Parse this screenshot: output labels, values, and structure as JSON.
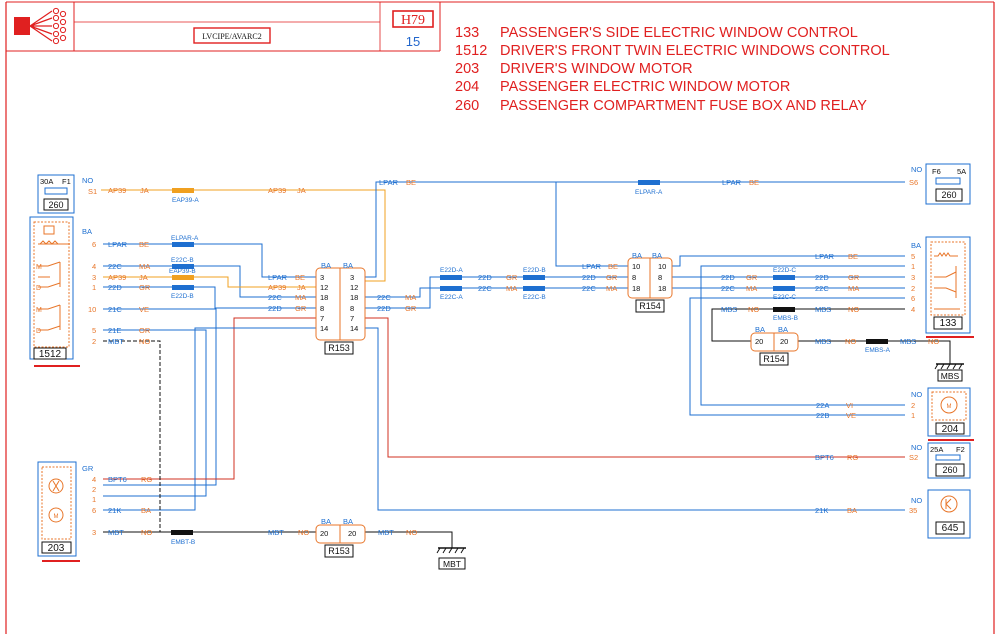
{
  "header": {
    "doc_code": "LVCIPE/AVARC2",
    "page_ref": "H79",
    "page_num": "15"
  },
  "legend": [
    {
      "num": "133",
      "desc": "PASSENGER'S SIDE ELECTRIC WINDOW CONTROL"
    },
    {
      "num": "1512",
      "desc": "DRIVER'S FRONT TWIN ELECTRIC WINDOWS CONTROL"
    },
    {
      "num": "203",
      "desc": "DRIVER'S WINDOW MOTOR"
    },
    {
      "num": "204",
      "desc": "PASSENGER ELECTRIC WINDOW MOTOR"
    },
    {
      "num": "260",
      "desc": "PASSENGER COMPARTMENT FUSE BOX AND RELAY"
    }
  ],
  "components": {
    "fuse_f1": {
      "id": "260",
      "rating": "30A",
      "fuse": "F1",
      "conn": "NO",
      "pin": "S1"
    },
    "fuse_f6": {
      "id": "260",
      "rating": "5A",
      "fuse": "F6",
      "conn": "NO",
      "pin": "S6"
    },
    "fuse_f2": {
      "id": "260",
      "rating": "25A",
      "fuse": "F2",
      "conn": "NO",
      "pin": "S2"
    },
    "c1512": {
      "id": "1512",
      "conn": "BA",
      "pins": [
        "6",
        "4",
        "3",
        "1",
        "10",
        "5",
        "2"
      ]
    },
    "c203": {
      "id": "203",
      "conn": "GR",
      "pins": [
        "4",
        "2",
        "1",
        "6",
        "3"
      ]
    },
    "c133": {
      "id": "133",
      "conn": "BA",
      "pins": [
        "5",
        "1",
        "3",
        "2",
        "6",
        "4"
      ]
    },
    "c204": {
      "id": "204",
      "conn": "NO",
      "pins": [
        "2",
        "1"
      ]
    },
    "c645": {
      "id": "645",
      "conn": "NO",
      "pin": "35"
    },
    "r153_top": {
      "id": "R153",
      "left": "BA",
      "right": "BA",
      "pins_left": [
        "3",
        "12",
        "18",
        "8",
        "7",
        "14"
      ],
      "pins_right": [
        "3",
        "12",
        "18",
        "8",
        "7",
        "14"
      ]
    },
    "r153_bot": {
      "id": "R153",
      "left": "BA",
      "right": "BA",
      "pin_left": "20",
      "pin_right": "20"
    },
    "r154_top": {
      "id": "R154",
      "left": "BA",
      "right": "BA",
      "pins_left": [
        "10",
        "8",
        "18"
      ],
      "pins_right": [
        "10",
        "8",
        "18"
      ]
    },
    "r154_mid": {
      "id": "R154",
      "left": "BA",
      "right": "BA",
      "pin_left": "20",
      "pin_right": "20"
    }
  },
  "grounds": {
    "mbt": "MBT",
    "mbs": "MBS"
  },
  "splices": {
    "eap39a": "EAP39-A",
    "elpara_l": "ELPAR-A",
    "e22cb": "E22C-B",
    "eap39b": "EAP39-B",
    "e22db": "E22D-B",
    "e22da": "E22D-A",
    "e22ca": "E22C-A",
    "e22db2": "E22D-B",
    "e22cb2": "E22C-B",
    "elpara_r": "ELPAR-A",
    "e22dc": "E22D-C",
    "e22cc": "E22C-C",
    "embsb": "EMBS-B",
    "embsa": "EMBS-A",
    "embtb": "EMBT-B"
  },
  "wires": {
    "ap39": "AP39",
    "ja": "JA",
    "lpar": "LPAR",
    "be": "BE",
    "c22c": "22C",
    "c22d": "22D",
    "ma": "MA",
    "gr": "GR",
    "c21c": "21C",
    "ve": "VE",
    "c21e": "21E",
    "or": "OR",
    "mbt": "MBT",
    "no": "NO",
    "bpt6": "BPT6",
    "rg": "RG",
    "c21k": "21K",
    "ba": "BA",
    "mbs": "MBS",
    "c22a": "22A",
    "c22b": "22B",
    "vi": "VI"
  },
  "colors": {
    "frame": "#e02020",
    "wire_blue": "#1e6fd0",
    "wire_orange": "#f0a020",
    "wire_red": "#d03020",
    "wire_black": "#111111",
    "text_blue": "#1e6fd0",
    "text_orange": "#e8762a"
  }
}
